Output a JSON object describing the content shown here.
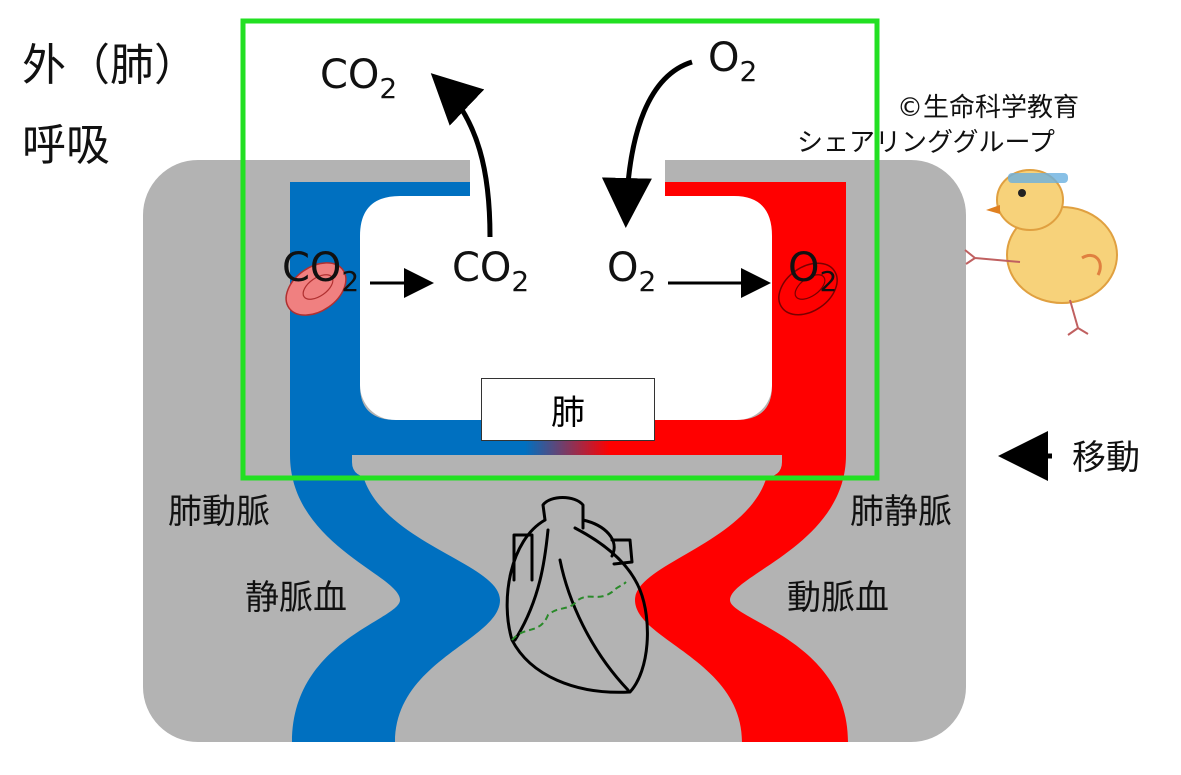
{
  "title_line1": "外（肺）",
  "title_line2": "呼吸",
  "co2_atmosphere": {
    "base": "CO",
    "sub": "2"
  },
  "o2_atmosphere": {
    "base": "O",
    "sub": "2"
  },
  "co2_rbc": {
    "base": "CO",
    "sub": "2"
  },
  "co2_alveolus": {
    "base": "CO",
    "sub": "2"
  },
  "o2_alveolus": {
    "base": "O",
    "sub": "2"
  },
  "o2_rbc": {
    "base": "O",
    "sub": "2"
  },
  "lung_label": "肺",
  "copyright_line1": "©生命科学教育",
  "copyright_line2": "シェアリンググループ",
  "movement_label": "移動",
  "pulmonary_artery_label": "肺動脈",
  "pulmonary_vein_label": "肺静脈",
  "venous_blood_label": "静脈血",
  "arterial_blood_label": "動脈血",
  "colors": {
    "venous": "#0070c0",
    "arterial": "#ff0000",
    "body_gray": "#b3b3b3",
    "highlight_frame": "#22e022",
    "rbc_fill": "#f08080"
  }
}
